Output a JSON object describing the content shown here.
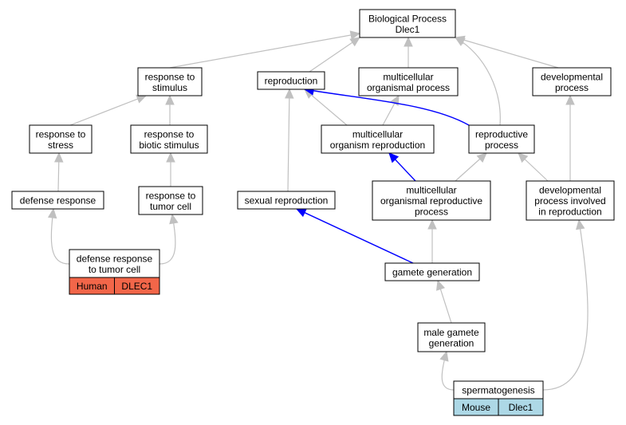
{
  "nodes": {
    "bio": [
      "Biological Process",
      "Dlec1"
    ],
    "resp_stim": [
      "response to",
      "stimulus"
    ],
    "reproduction": [
      "reproduction"
    ],
    "multi_org_proc": [
      "multicellular",
      "organismal process"
    ],
    "dev_proc": [
      "developmental",
      "process"
    ],
    "resp_stress": [
      "response to",
      "stress"
    ],
    "resp_biotic": [
      "response to",
      "biotic stimulus"
    ],
    "multi_org_repro": [
      "multicellular",
      "organism reproduction"
    ],
    "repro_proc": [
      "reproductive",
      "process"
    ],
    "defense": [
      "defense response"
    ],
    "resp_tumor": [
      "response to",
      "tumor cell"
    ],
    "sexual": [
      "sexual reproduction"
    ],
    "multi_org_repro_proc": [
      "multicellular",
      "organismal reproductive",
      "process"
    ],
    "dev_repro": [
      "developmental",
      "process involved",
      "in reproduction"
    ],
    "defense_tumor": [
      "defense response",
      "to tumor cell"
    ],
    "gamete": [
      "gamete generation"
    ],
    "male_gamete": [
      "male gamete",
      "generation"
    ],
    "spermato": [
      "spermatogenesis"
    ]
  },
  "annotations": {
    "defense_tumor": {
      "species": "Human",
      "gene": "DLEC1",
      "color": "#f26649"
    },
    "spermato": {
      "species": "Mouse",
      "gene": "Dlec1",
      "color": "#add8e6"
    }
  },
  "edges": [
    {
      "from": "resp_stim",
      "to": "bio",
      "color": "#c0c0c0"
    },
    {
      "from": "reproduction",
      "to": "bio",
      "color": "#c0c0c0"
    },
    {
      "from": "multi_org_proc",
      "to": "bio",
      "color": "#c0c0c0"
    },
    {
      "from": "dev_proc",
      "to": "bio",
      "color": "#c0c0c0"
    },
    {
      "from": "repro_proc",
      "to": "bio",
      "color": "#c0c0c0"
    },
    {
      "from": "resp_stress",
      "to": "resp_stim",
      "color": "#c0c0c0"
    },
    {
      "from": "resp_biotic",
      "to": "resp_stim",
      "color": "#c0c0c0"
    },
    {
      "from": "multi_org_repro",
      "to": "reproduction",
      "color": "#c0c0c0"
    },
    {
      "from": "multi_org_repro",
      "to": "multi_org_proc",
      "color": "#c0c0c0"
    },
    {
      "from": "repro_proc",
      "to": "reproduction",
      "color": "#0000ff"
    },
    {
      "from": "sexual",
      "to": "reproduction",
      "color": "#c0c0c0"
    },
    {
      "from": "defense",
      "to": "resp_stress",
      "color": "#c0c0c0"
    },
    {
      "from": "resp_tumor",
      "to": "resp_biotic",
      "color": "#c0c0c0"
    },
    {
      "from": "multi_org_repro_proc",
      "to": "multi_org_repro",
      "color": "#0000ff"
    },
    {
      "from": "multi_org_repro_proc",
      "to": "repro_proc",
      "color": "#c0c0c0"
    },
    {
      "from": "dev_repro",
      "to": "repro_proc",
      "color": "#c0c0c0"
    },
    {
      "from": "dev_repro",
      "to": "dev_proc",
      "color": "#c0c0c0"
    },
    {
      "from": "defense_tumor",
      "to": "defense",
      "color": "#c0c0c0"
    },
    {
      "from": "defense_tumor",
      "to": "resp_tumor",
      "color": "#c0c0c0"
    },
    {
      "from": "gamete",
      "to": "sexual",
      "color": "#0000ff"
    },
    {
      "from": "gamete",
      "to": "multi_org_repro_proc",
      "color": "#c0c0c0"
    },
    {
      "from": "male_gamete",
      "to": "gamete",
      "color": "#c0c0c0"
    },
    {
      "from": "spermato",
      "to": "male_gamete",
      "color": "#c0c0c0"
    },
    {
      "from": "spermato",
      "to": "dev_repro",
      "color": "#c0c0c0"
    }
  ]
}
